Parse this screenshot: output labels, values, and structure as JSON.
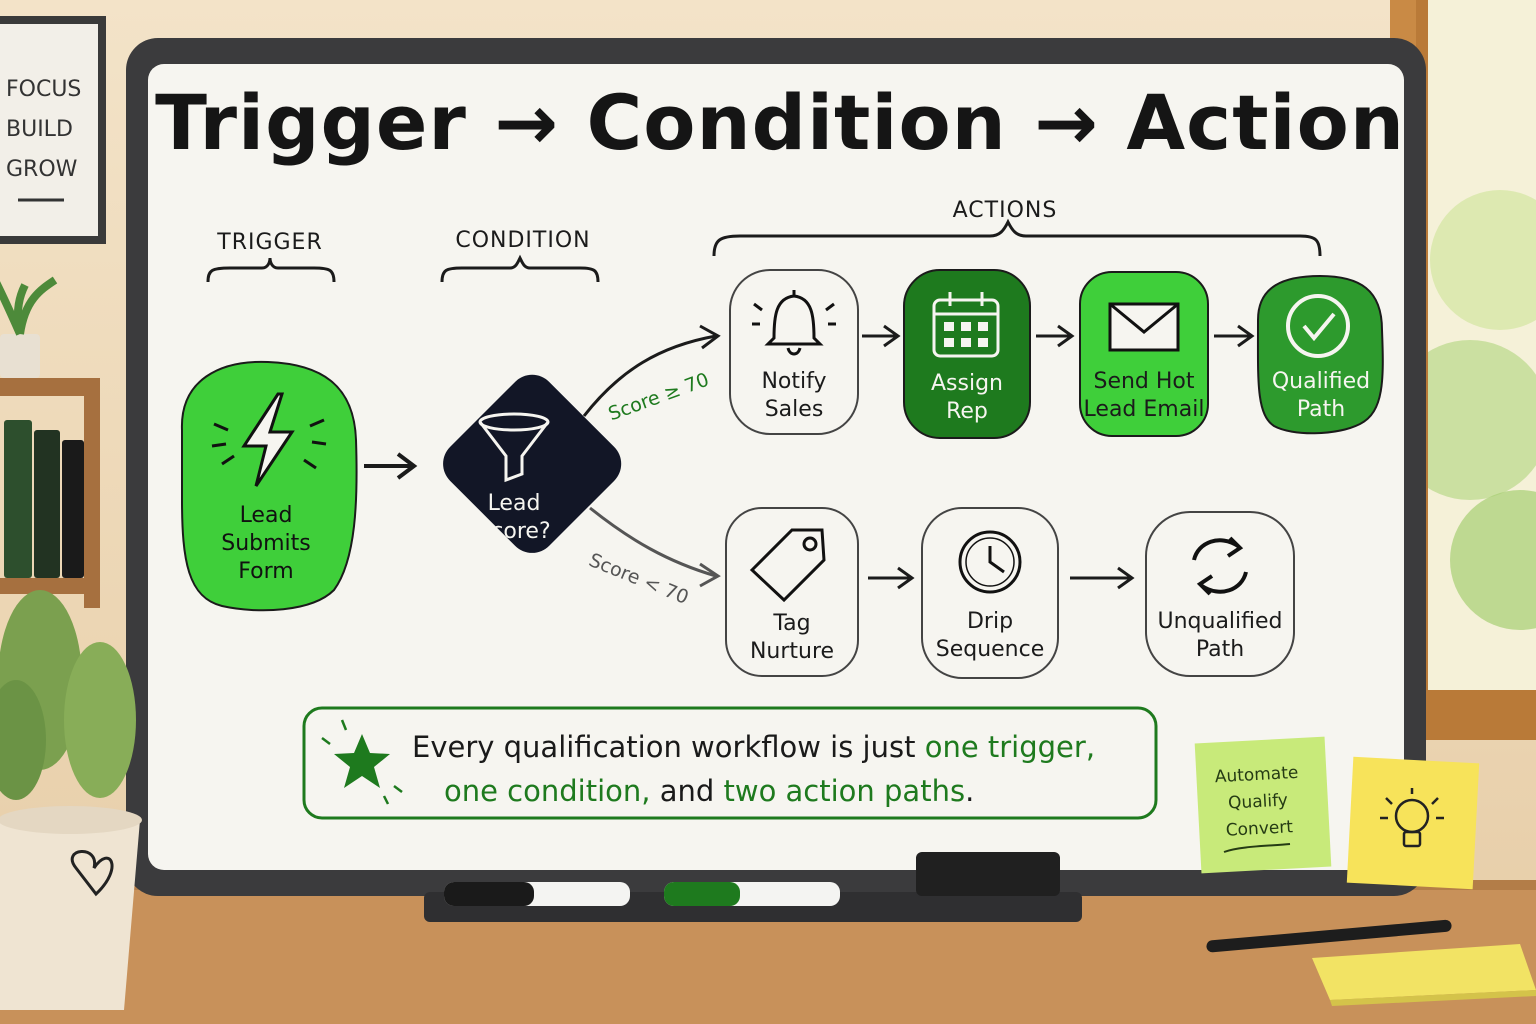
{
  "title": "Trigger → Condition → Action",
  "sections": {
    "trigger": "TRIGGER",
    "condition": "CONDITION",
    "actions": "ACTIONS"
  },
  "nodes": {
    "trigger": {
      "label": "Lead\nSubmits\nForm",
      "icon": "lightning-icon",
      "color": "#3fcf3a"
    },
    "condition": {
      "label": "Lead\nScore?",
      "icon": "funnel-icon",
      "color": "#121626"
    },
    "notify_sales": {
      "label": "Notify\nSales",
      "icon": "bell-icon"
    },
    "assign_rep": {
      "label": "Assign\nRep",
      "icon": "calendar-icon",
      "color": "#1e7a1e"
    },
    "send_hot_email": {
      "label": "Send Hot\nLead Email",
      "icon": "envelope-icon",
      "color": "#3fcf3a"
    },
    "qualified_path": {
      "label": "Qualified\nPath",
      "icon": "checkmark-circle-icon",
      "color": "#2d9a2d"
    },
    "tag_nurture": {
      "label": "Tag\nNurture",
      "icon": "tag-icon"
    },
    "drip_sequence": {
      "label": "Drip\nSequence",
      "icon": "clock-icon"
    },
    "unqualified_path": {
      "label": "Unqualified\nPath",
      "icon": "refresh-icon"
    }
  },
  "edges": {
    "high": "Score ≥ 70",
    "low": "Score < 70"
  },
  "summary": {
    "part1": "Every qualification workflow is just ",
    "accent1": "one trigger,",
    "accent2": "one condition,",
    "part2": " and ",
    "accent3": "two action paths",
    "part3": ".",
    "icon": "star-icon"
  },
  "poster": {
    "lines": [
      "FOCUS",
      "BUILD",
      "GROW"
    ]
  },
  "sticky_note": {
    "lines": [
      "Automate",
      "Qualify",
      "Convert"
    ]
  },
  "sticky_note_yellow": {
    "icon": "lightbulb-icon"
  },
  "colors": {
    "accent_green": "#3fcf3a",
    "dark_green": "#1e7a1e",
    "navy": "#121626"
  }
}
